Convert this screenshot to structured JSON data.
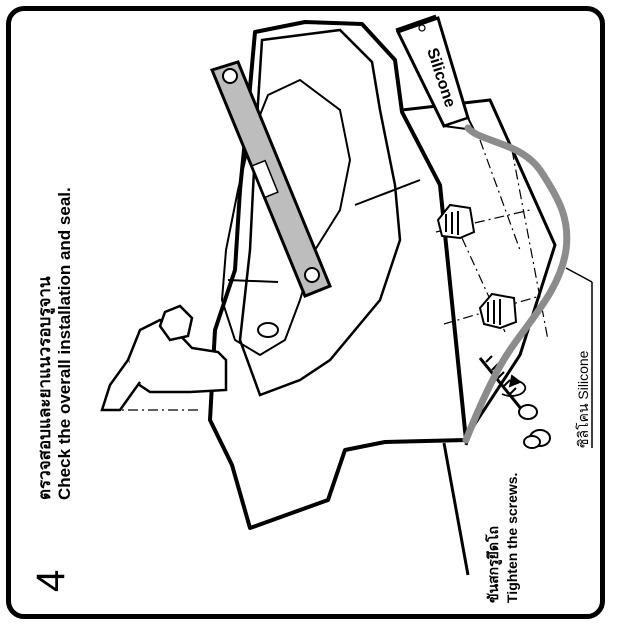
{
  "step": {
    "number": "4",
    "title_th": "ตรวจสอบและยาแนวรอบรูจาน",
    "title_en": "Check the overall installation and seal."
  },
  "labels": {
    "tighten_th": "ขันสกรูยึดโถ",
    "tighten_en": "Tighten the screws.",
    "silicone_callout": "ซิลิโคน Silicone",
    "tube_label": "Silicone"
  },
  "colors": {
    "outline": "#000000",
    "silicone_bead": "#8c8c8c",
    "background": "#ffffff"
  }
}
